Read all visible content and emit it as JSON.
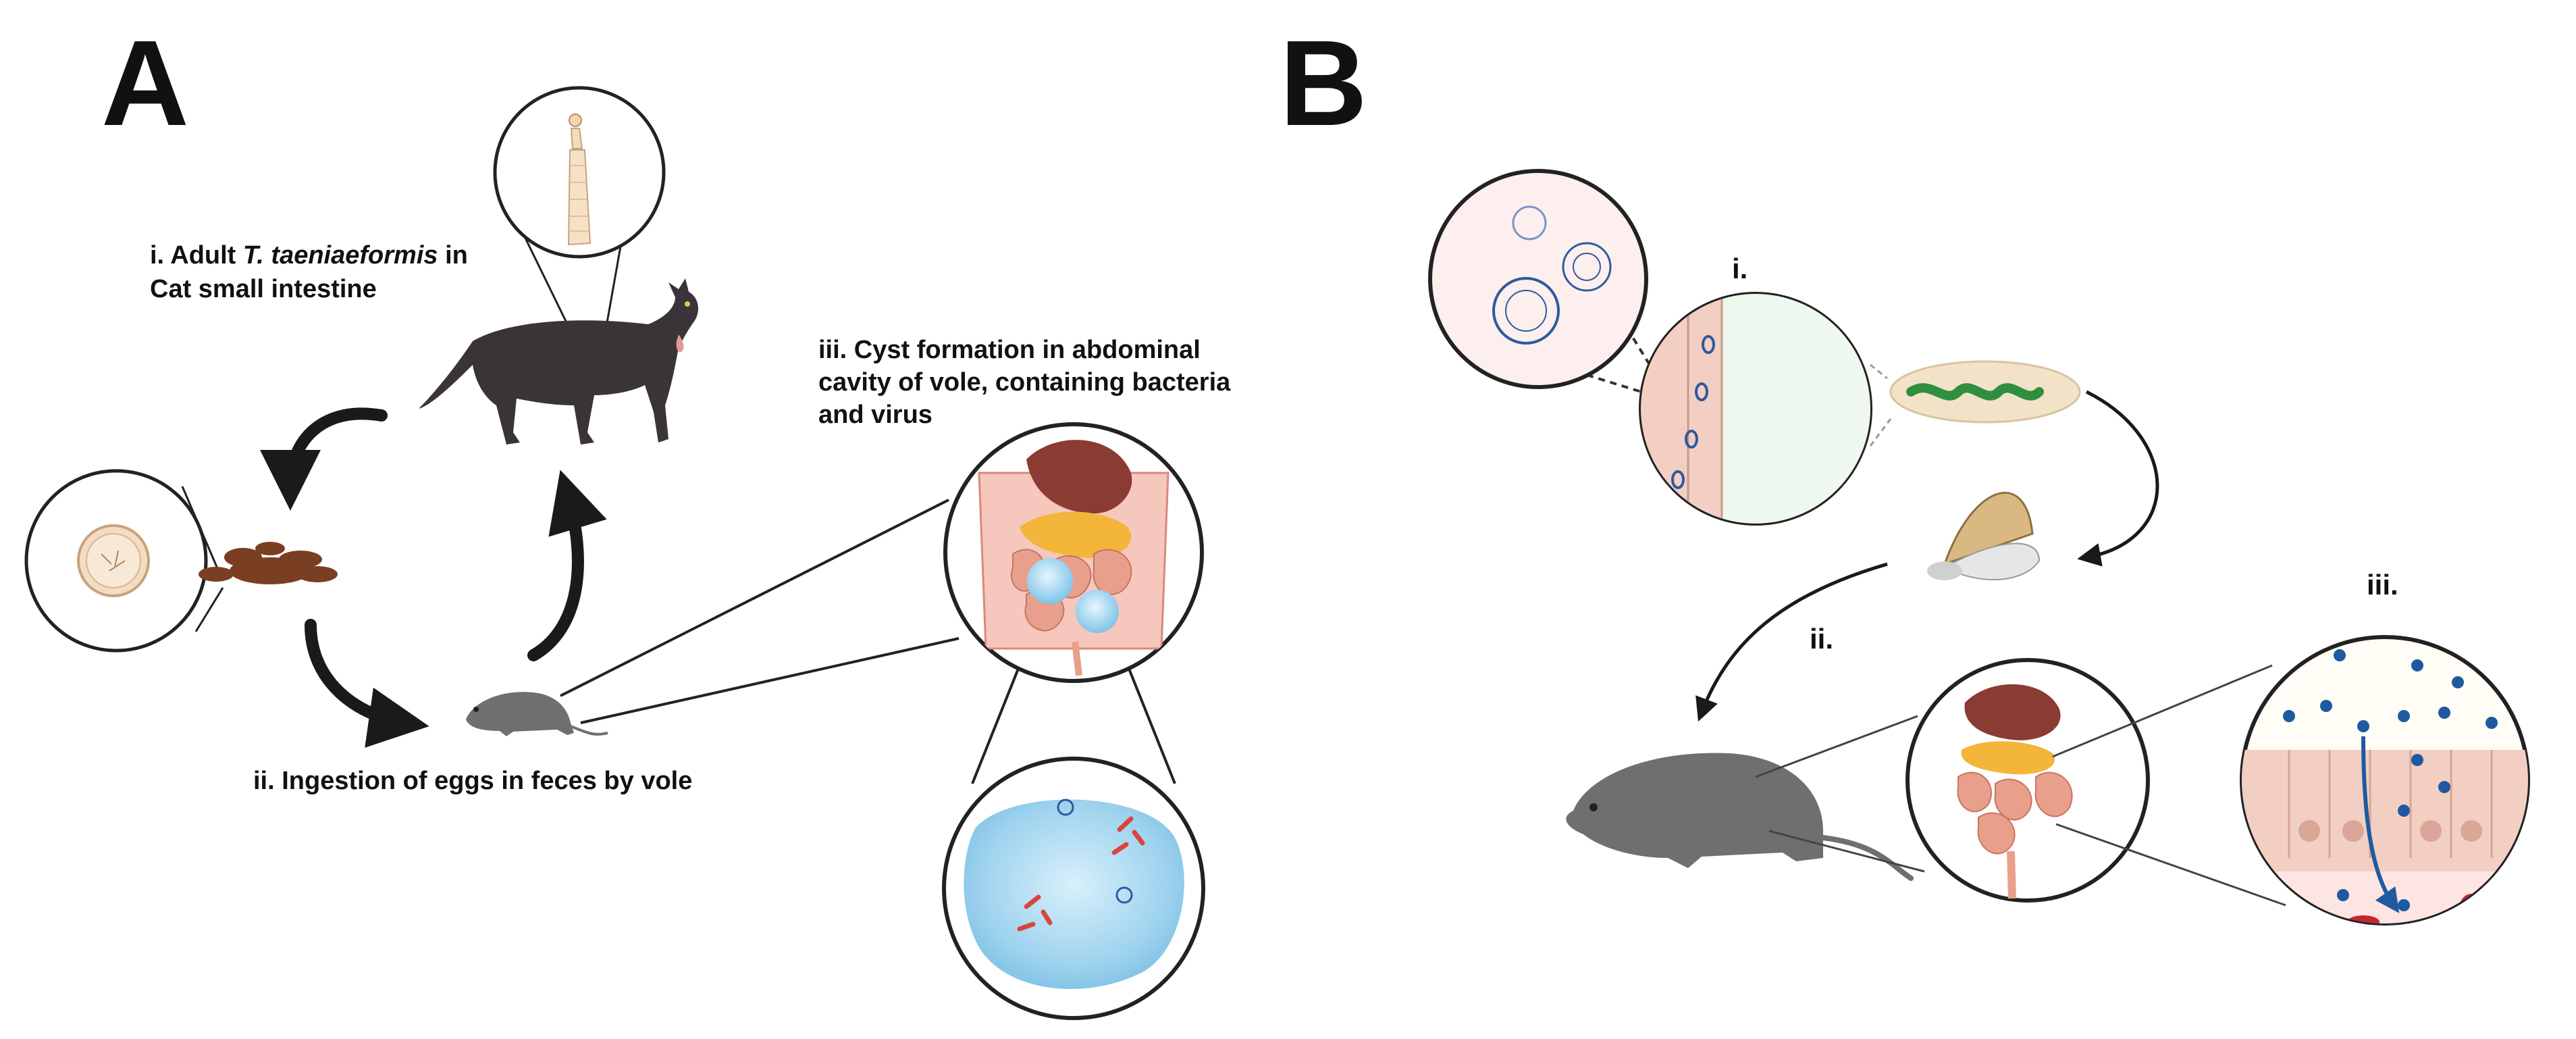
{
  "panels": [
    {
      "letter": "A",
      "labels": {
        "i_prefix": "i. Adult ",
        "i_species": "T. taeniaeformis",
        "i_suffix": " in",
        "i_line2": "Cat small intestine",
        "ii": "ii. Ingestion of eggs in feces by vole",
        "iii_line1": "iii. Cyst formation in abdominal",
        "iii_line2": "cavity of vole, containing bacteria",
        "iii_line3": "and virus"
      }
    },
    {
      "letter": "B",
      "labels": {
        "i": "i.",
        "ii": "ii.",
        "iii": "iii."
      }
    }
  ],
  "colors": {
    "text": "#111111",
    "arrow": "#1a1a1a",
    "cat": "#3a3438",
    "rodent": "#6f6f6f",
    "cyst_blue": "#9fd3ee",
    "virus_blue": "#2d5a9e",
    "bacteria_red": "#d9453d",
    "feces": "#7a3e22",
    "intestine_pink": "#e8a08c",
    "liver_brown": "#8a3b32",
    "blood_red": "#c8242f",
    "nanoparticle_blue": "#1f5aa0",
    "cell_pink": "#f2cfc2"
  },
  "icons": [
    "cat-icon",
    "vole-icon",
    "tapeworm-icon",
    "egg-icon",
    "feces-icon",
    "abdominal-cavity-icon",
    "cyst-icon",
    "virus-icon",
    "bacteria-icon",
    "moth-icon",
    "larva-icon",
    "rodent-icon",
    "gut-organs-icon",
    "epithelium-icon",
    "blood-vessel-icon"
  ]
}
